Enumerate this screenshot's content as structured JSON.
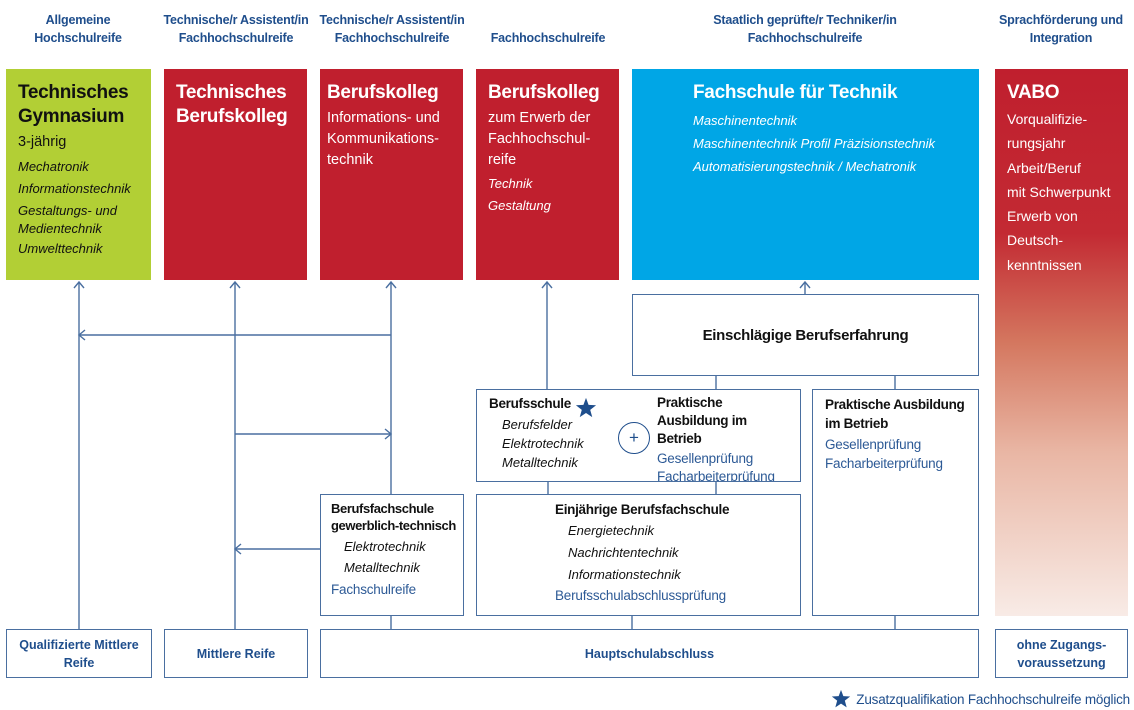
{
  "headers": [
    "Allgemeine Hochschulreife",
    "Technische/r Assistent/in Fachhochschulreife",
    "Technische/r Assistent/in Fachhochschulreife",
    "Fachhochschulreife",
    "Staatlich geprüfte/r Techniker/in Fachhochschulreife",
    "Sprachförderung und Integration"
  ],
  "columns": {
    "tg": {
      "title": "Technisches Gymnasium",
      "subtitle": "3-jährig",
      "items": [
        "Mechatronik",
        "Informationstechnik",
        "Gestaltungs- und Medientechnik",
        "Umwelttechnik"
      ]
    },
    "tbk": {
      "title": "Technisches Berufskolleg"
    },
    "bk_ik": {
      "title": "Berufskolleg",
      "subtitle": "Informations- und Kommunikations-technik"
    },
    "bk_fhr": {
      "title": "Berufskolleg",
      "subtitle": "zum Erwerb der Fachhochschul-reife",
      "items": [
        "Technik",
        "Gestaltung"
      ]
    },
    "fst": {
      "title": "Fachschule für Technik",
      "items": [
        "Maschinentechnik",
        "Maschinentechnik Profil Präzisionstechnik",
        "Automatisierungstechnik / Mechatronik"
      ]
    },
    "vabo": {
      "title": "VABO",
      "lines": [
        "Vorqualifizie-",
        "rungsjahr",
        "Arbeit/Beruf",
        "mit Schwerpunkt",
        "Erwerb von",
        "Deutsch-",
        "kenntnissen"
      ]
    }
  },
  "boxes": {
    "berufserfahrung": "Einschlägige Berufserfahrung",
    "dual": {
      "school_title": "Berufsschule",
      "school_items": [
        "Berufsfelder",
        "Elektrotechnik",
        "Metalltechnik"
      ],
      "plus": "+",
      "practice_title": "Praktische Ausbildung im Betrieb",
      "exams": [
        "Gesellenprüfung",
        "Facharbeiterprüfung"
      ]
    },
    "practice_right": {
      "title": "Praktische Ausbildung im Betrieb",
      "exams": [
        "Gesellenprüfung",
        "Facharbeiterprüfung"
      ]
    },
    "bfs": {
      "title": "Berufsfachschule gewerblich-technisch",
      "items": [
        "Elektrotechnik",
        "Metalltechnik"
      ],
      "result": "Fachschulreife"
    },
    "ebfs": {
      "title": "Einjährige Berufsfachschule",
      "items": [
        "Energietechnik",
        "Nachrichtentechnik",
        "Informationstechnik"
      ],
      "result": "Berufsschulabschlussprüfung"
    }
  },
  "entry": {
    "qmr": "Qualifizierte Mittlere Reife",
    "mr": "Mittlere Reife",
    "hsa": "Hauptschulabschluss",
    "ohne": "ohne Zugangs-voraussetzung"
  },
  "legend": {
    "icon": "star-icon",
    "text": "Zusatzqualifikation Fachhochschulreife möglich"
  },
  "colors": {
    "green": "#b2cf35",
    "red": "#c01f2e",
    "blue": "#00a6e6",
    "navy": "#1f4e8c",
    "line": "#4a6fa0"
  }
}
